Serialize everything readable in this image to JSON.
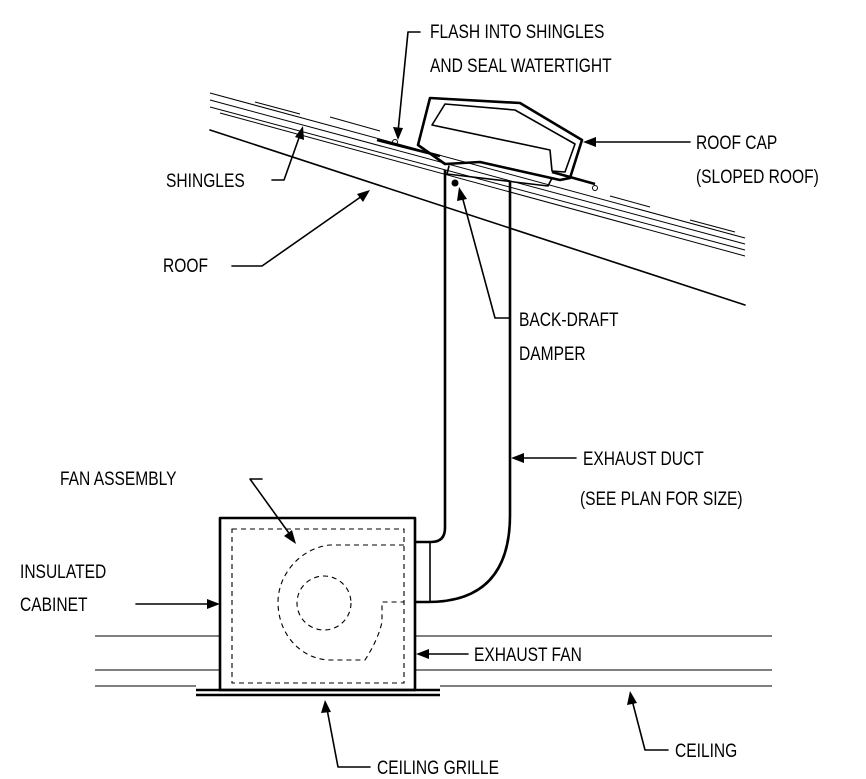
{
  "labels": {
    "flash_line1": "FLASH INTO SHINGLES",
    "flash_line2": "AND SEAL WATERTIGHT",
    "roof_cap_line1": "ROOF CAP",
    "roof_cap_line2": "(SLOPED ROOF)",
    "shingles": "SHINGLES",
    "roof": "ROOF",
    "damper_line1": "BACK-DRAFT",
    "damper_line2": "DAMPER",
    "exhaust_duct": "EXHAUST DUCT",
    "duct_size": "(SEE PLAN FOR SIZE)",
    "fan_assembly": "FAN ASSEMBLY",
    "cabinet_line1": "INSULATED",
    "cabinet_line2": "CABINET",
    "exhaust_fan": "EXHAUST FAN",
    "ceiling": "CEILING",
    "ceiling_grille": "CEILING GRILLE"
  },
  "colors": {
    "ink": "#000000",
    "background": "#ffffff"
  }
}
